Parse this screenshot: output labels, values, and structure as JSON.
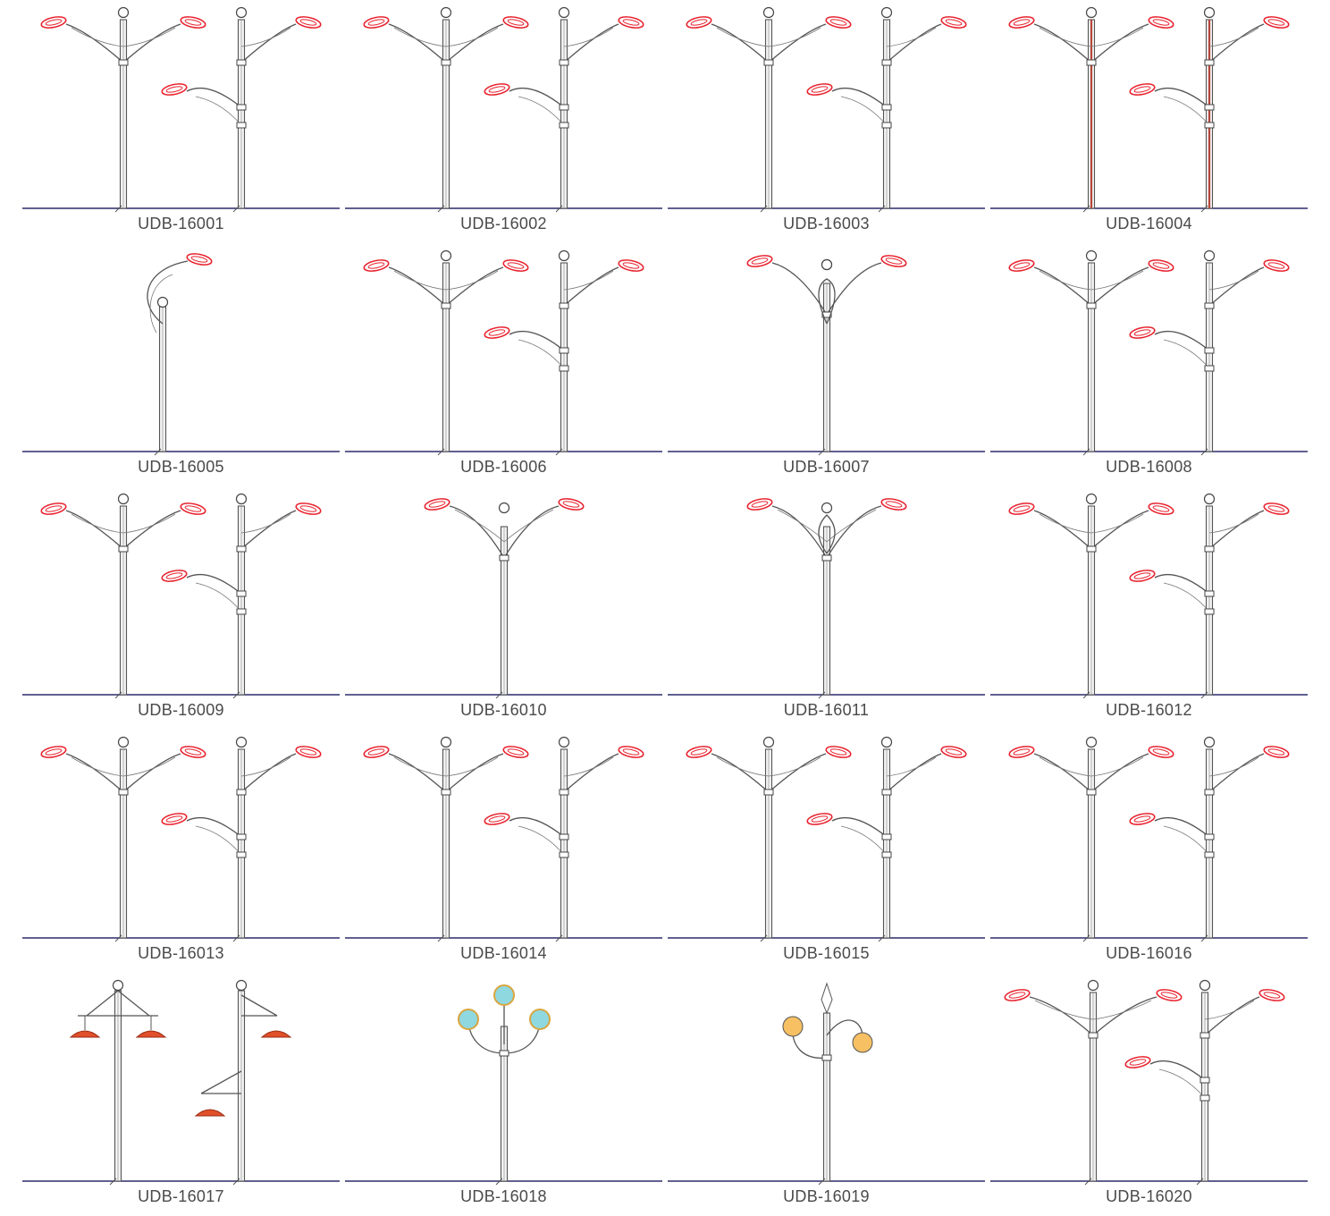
{
  "catalog": {
    "items": [
      {
        "code": "UDB-16001",
        "variant": "curved"
      },
      {
        "code": "UDB-16002",
        "variant": "sweep"
      },
      {
        "code": "UDB-16003",
        "variant": "hook"
      },
      {
        "code": "UDB-16004",
        "variant": "wing"
      },
      {
        "code": "UDB-16005",
        "variant": "single"
      },
      {
        "code": "UDB-16006",
        "variant": "butterfly"
      },
      {
        "code": "UDB-16007",
        "variant": "loop"
      },
      {
        "code": "UDB-16008",
        "variant": "straight"
      },
      {
        "code": "UDB-16009",
        "variant": "hook"
      },
      {
        "code": "UDB-16010",
        "variant": "fan"
      },
      {
        "code": "UDB-16011",
        "variant": "flame"
      },
      {
        "code": "UDB-16012",
        "variant": "sweep"
      },
      {
        "code": "UDB-16013",
        "variant": "truss"
      },
      {
        "code": "UDB-16014",
        "variant": "leaf"
      },
      {
        "code": "UDB-16015",
        "variant": "rays"
      },
      {
        "code": "UDB-16016",
        "variant": "curved"
      },
      {
        "code": "UDB-16017",
        "variant": "pendant"
      },
      {
        "code": "UDB-16018",
        "variant": "triple-globe"
      },
      {
        "code": "UDB-16019",
        "variant": "double-globe"
      },
      {
        "code": "UDB-16020",
        "variant": "wide"
      }
    ]
  },
  "colors": {
    "lamp_outline": "#e8222e",
    "ground_line": "#2b2b6b",
    "pole_fill": "#f3f3f3",
    "accent_pole_stripe": "#b5473a",
    "pendant_shade": "#e0502a",
    "globe_cyan": "#8fd8df",
    "globe_amber": "#f6c063"
  }
}
